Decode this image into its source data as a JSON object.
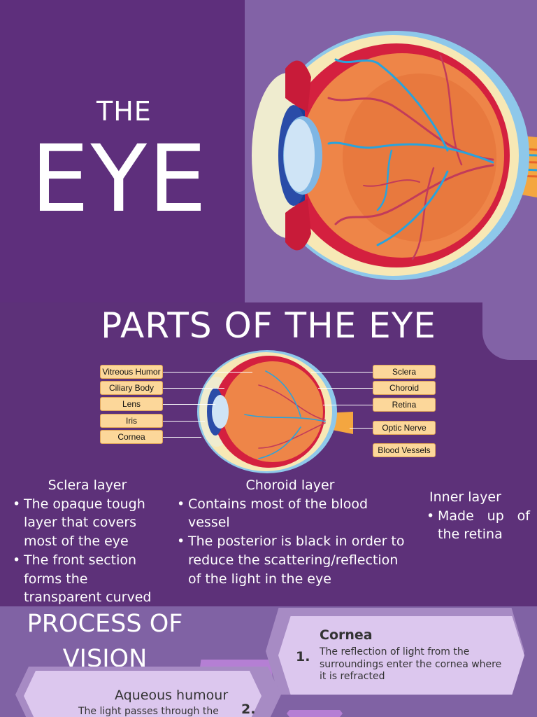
{
  "hero": {
    "the_word": "THE",
    "title_word": "EYE"
  },
  "parts": {
    "title": "PARTS OF THE EYE",
    "left_labels": [
      "Vitreous Humor",
      "Ciliary Body",
      "Lens",
      "Iris",
      "Cornea"
    ],
    "right_labels": [
      "Sclera",
      "Choroid",
      "Retina",
      "Optic Nerve",
      "Blood Vessels"
    ]
  },
  "layers": {
    "sclera": {
      "heading": "Sclera layer",
      "bullets": [
        "The opaque tough layer that covers most of the eye",
        "The front section forms the transparent curved"
      ]
    },
    "choroid": {
      "heading": "Choroid layer",
      "bullets": [
        "Contains most of the blood vessel",
        "The posterior is black in order to reduce the scattering/reflection of the light in the eye"
      ]
    },
    "inner": {
      "heading": "Inner layer",
      "bullets": [
        "Made up of the retina"
      ]
    }
  },
  "process": {
    "title": "PROCESS OF VISION",
    "steps": [
      {
        "number": "1.",
        "title": "Cornea",
        "text": "The reflection of light from the surroundings enter the  cornea where it is refracted"
      },
      {
        "number": "2.",
        "title": "Aqueous humour",
        "text": "The light passes through the"
      }
    ]
  },
  "colors": {
    "background_purple": "#5e2f7c",
    "light_purple": "#8262a6",
    "label_fill": "#fcd79a",
    "hex_fill": "#dcc7ee",
    "sclera_red": "#d4203f",
    "iris_blue": "#2a4ca8",
    "vessel_blue": "#29a3dc"
  }
}
